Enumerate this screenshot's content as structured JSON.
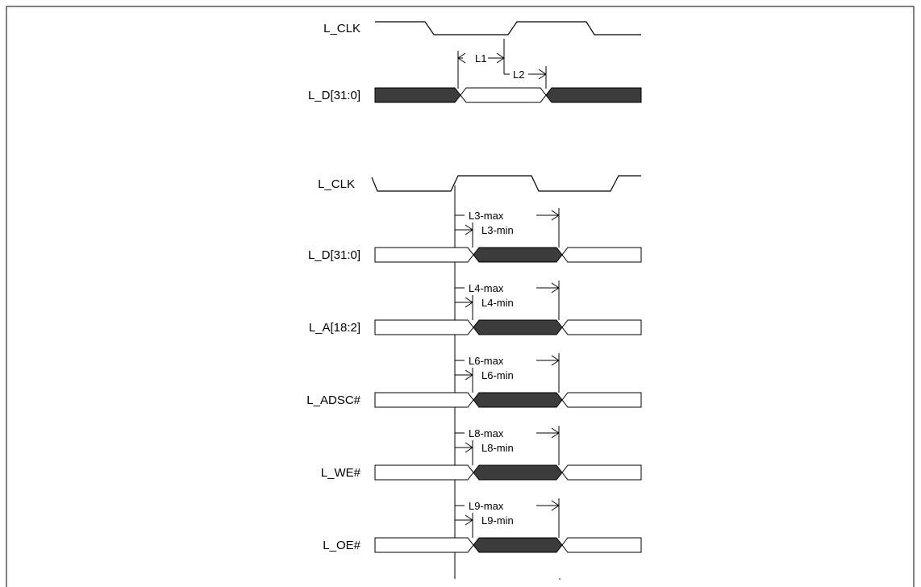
{
  "diagram": {
    "top_section": {
      "clk_label": "L_CLK",
      "data_label": "L_D[31:0]",
      "l1": "L1",
      "l2": "L2"
    },
    "bottom_section": {
      "clk_label": "L_CLK",
      "rows": [
        {
          "signal": "L_D[31:0]",
          "max": "L3-max",
          "min": "L3-min"
        },
        {
          "signal": "L_A[18:2]",
          "max": "L4-max",
          "min": "L4-min"
        },
        {
          "signal": "L_ADSC#",
          "max": "L6-max",
          "min": "L6-min"
        },
        {
          "signal": "L_WE#",
          "max": "L8-max",
          "min": "L8-min"
        },
        {
          "signal": "L_OE#",
          "max": "L9-max",
          "min": "L9-min"
        }
      ]
    }
  }
}
